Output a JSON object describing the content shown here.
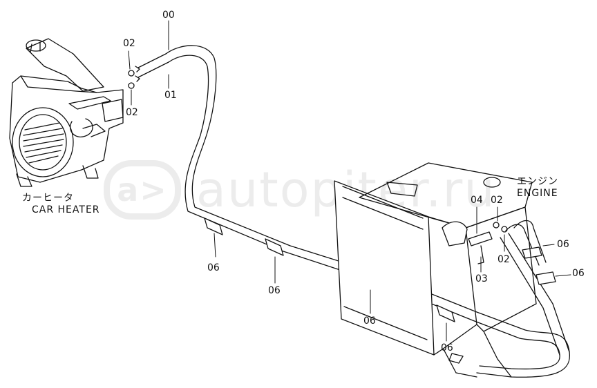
{
  "watermark": {
    "logo": "a>",
    "text": "autopiter.ru"
  },
  "labels": {
    "car_heater_jp": "カーヒータ",
    "car_heater_en": "CAR HEATER",
    "engine_jp": "エンジン",
    "engine_en": "ENGINE"
  },
  "parts": {
    "p00": "00",
    "p01": "01",
    "p02_top": "02",
    "p02_mid": "02",
    "p02_eng_top": "02",
    "p02_eng_bot": "02",
    "p03": "03",
    "p04": "04",
    "p06_a": "06",
    "p06_b": "06",
    "p06_c": "06",
    "p06_d": "06",
    "p06_e": "06",
    "p06_f": "06"
  }
}
